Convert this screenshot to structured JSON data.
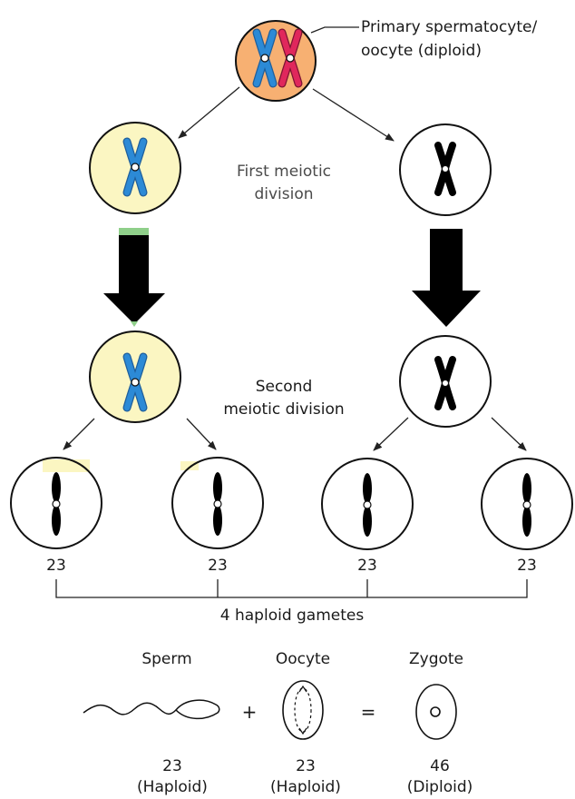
{
  "labels": {
    "primary_line1": "Primary spermatocyte/",
    "primary_line2": "oocyte (diploid)",
    "first_division_line1": "First meiotic",
    "first_division_line2": "division",
    "second_division_line1": "Second",
    "second_division_line2": "meiotic division",
    "gametes_label": "4 haploid gametes"
  },
  "gamete_counts": [
    "23",
    "23",
    "23",
    "23"
  ],
  "fertilization": {
    "sperm": {
      "title": "Sperm",
      "count": "23",
      "ploidy": "(Haploid)"
    },
    "oocyte": {
      "title": "Oocyte",
      "count": "23",
      "ploidy": "(Haploid)"
    },
    "zygote": {
      "title": "Zygote",
      "count": "46",
      "ploidy": "(Diploid)"
    },
    "plus_symbol": "+",
    "equals_symbol": "="
  },
  "colors": {
    "primary_cell_fill": "#f7b072",
    "yellow_cell_fill": "#fbf6c2",
    "blue_chromosome": "#2c8ad6",
    "red_chromosome": "#e0275c",
    "black": "#000000",
    "green_accent": "#8fcf8a"
  }
}
